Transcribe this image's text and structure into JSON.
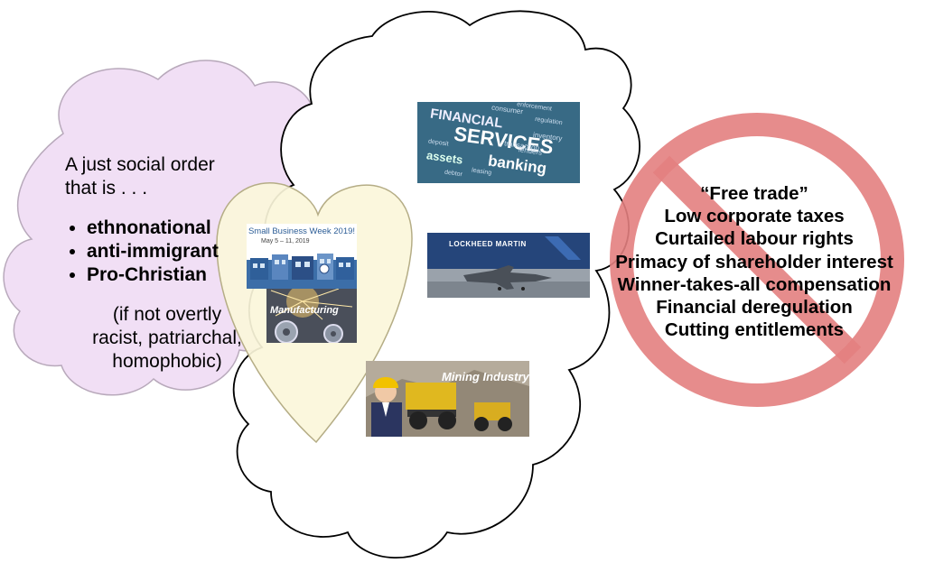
{
  "social_order": {
    "intro_line1": "A just social order",
    "intro_line2": "that is . . .",
    "traits": [
      "ethnonational",
      "anti-immigrant",
      "Pro-Christian"
    ],
    "aside_line1": "(if not overtly",
    "aside_line2": "racist, patriarchal,",
    "aside_line3": "homophobic)"
  },
  "heart_images": {
    "small_business_title": "Small Business Week 2019!",
    "small_business_dates": "May 5 – 11, 2019",
    "manufacturing_label": "Manufacturing"
  },
  "cloud_images": {
    "financial_words": [
      "FINANCIAL",
      "SERVICES",
      "assets",
      "banking",
      "consumer",
      "enforcement",
      "lenders",
      "inventory",
      "regulation",
      "transaction",
      "deposit",
      "leasing",
      "debtor"
    ],
    "lockheed_label": "LOCKHEED MARTIN",
    "mining_label": "Mining Industry"
  },
  "policies": [
    "“Free trade”",
    "Low corporate taxes",
    "Curtailed labour rights",
    "Primacy of shareholder interest",
    "Winner-takes-all compensation",
    "Financial deregulation",
    "Cutting entitlements"
  ],
  "colors": {
    "left_cloud_fill": "#f1dff5",
    "heart_fill": "#fbf6da",
    "no_sign": "#e38080",
    "outline": "#000000"
  }
}
